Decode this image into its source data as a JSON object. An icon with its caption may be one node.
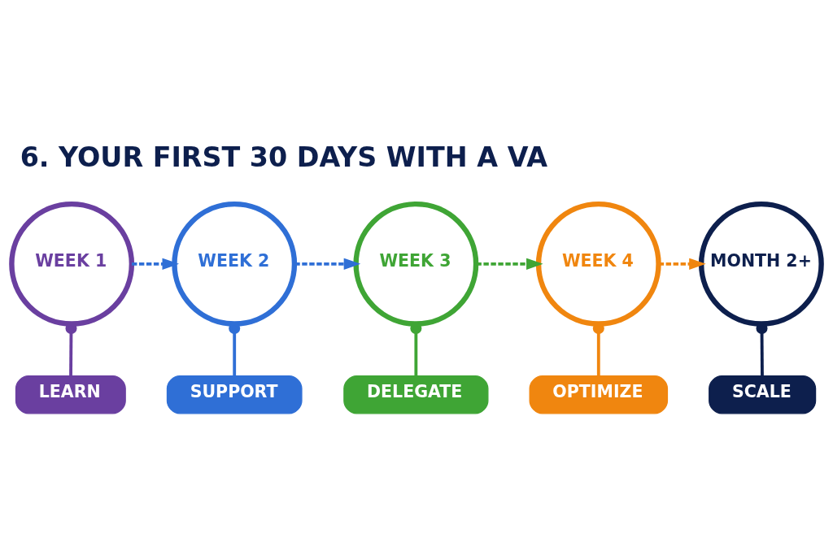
{
  "diagram": {
    "title": "6. YOUR FIRST 30 DAYS WITH A VA",
    "nodes": [
      {
        "text": [
          "WEEK 1"
        ]
      },
      {
        "text": [
          "WEEK 2"
        ]
      },
      {
        "text": [
          "WEEK 3"
        ]
      },
      {
        "text": [
          "WEEK 4"
        ]
      },
      {
        "text": [
          "MONTH 2+"
        ]
      },
      {
        "text": [
          "LEARN"
        ]
      },
      {
        "text": [
          "SUPPORT"
        ]
      },
      {
        "text": [
          "DELEGATE"
        ]
      },
      {
        "text": [
          "OPTIMIZE"
        ]
      },
      {
        "text": [
          "SCALE"
        ]
      }
    ],
    "edges": [
      {
        "from": 0,
        "to": 1,
        "arrow": "to",
        "style": "dashed",
        "color": "#2f6fd6"
      },
      {
        "from": 1,
        "to": 2,
        "arrow": "to",
        "style": "dashed",
        "color": "#2f6fd6"
      },
      {
        "from": 2,
        "to": 3,
        "arrow": "to",
        "style": "dashed",
        "color": "#3fa535"
      },
      {
        "from": 3,
        "to": 4,
        "arrow": "to",
        "style": "dashed",
        "color": "#f0860f"
      },
      {
        "from": 0,
        "to": 5,
        "arrow": "other",
        "color": "#6a3fa0"
      },
      {
        "from": 1,
        "to": 6,
        "arrow": "other",
        "color": "#2f6fd6"
      },
      {
        "from": 2,
        "to": 7,
        "arrow": "other",
        "color": "#3fa535"
      },
      {
        "from": 3,
        "to": 8,
        "arrow": "other",
        "color": "#f0860f"
      },
      {
        "from": 4,
        "to": 9,
        "arrow": "other",
        "color": "#0d1f4d"
      }
    ]
  }
}
